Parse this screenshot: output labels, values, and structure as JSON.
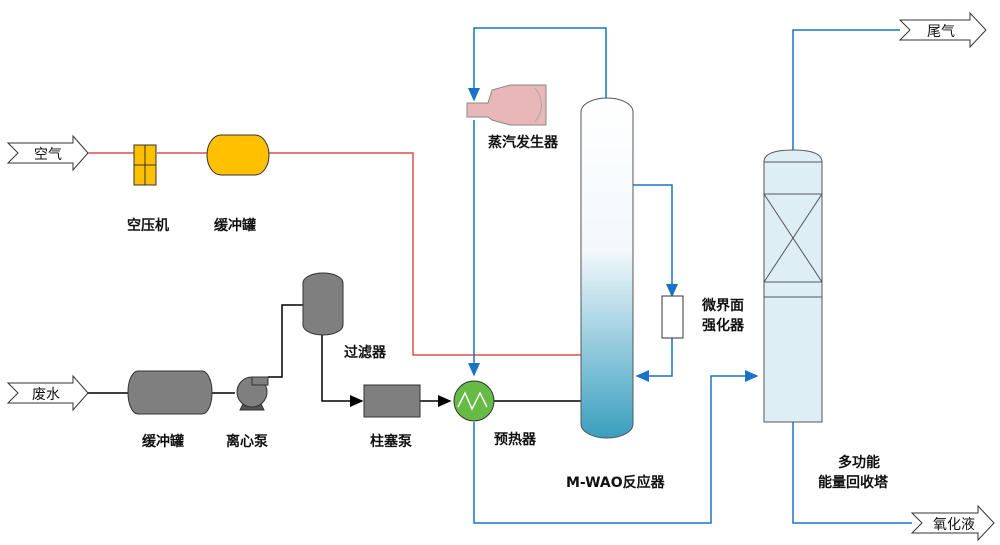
{
  "inputs": {
    "air": "空气",
    "wastewater": "废水"
  },
  "outputs": {
    "tail_gas": "尾气",
    "oxidized_liquid": "氧化液"
  },
  "equipment": {
    "air_compressor": "空压机",
    "buffer_tank_air": "缓冲罐",
    "buffer_tank_water": "缓冲罐",
    "centrifugal_pump": "离心泵",
    "filter": "过滤器",
    "plunger_pump": "柱塞泵",
    "preheater": "预热器",
    "steam_generator": "蒸汽发生器",
    "reactor": "M-WAO反应器",
    "micro_interface_line1": "微界面",
    "micro_interface_line2": "强化器",
    "recovery_tower_line1": "多功能",
    "recovery_tower_line2": "能量回收塔"
  },
  "colors": {
    "air_line": "#d9534f",
    "water_line": "#000000",
    "steam_line": "#1a73c9",
    "buffer_tank_air_fill": "#ffc000",
    "equipment_gray": "#7f7f7f",
    "preheater_fill": "#66bb44",
    "reactor_gradient_top": "#ffffff",
    "reactor_gradient_bottom": "#3a9fc0",
    "tower_fill": "#deeef5",
    "steam_generator_fill": "#e9b7b7"
  }
}
